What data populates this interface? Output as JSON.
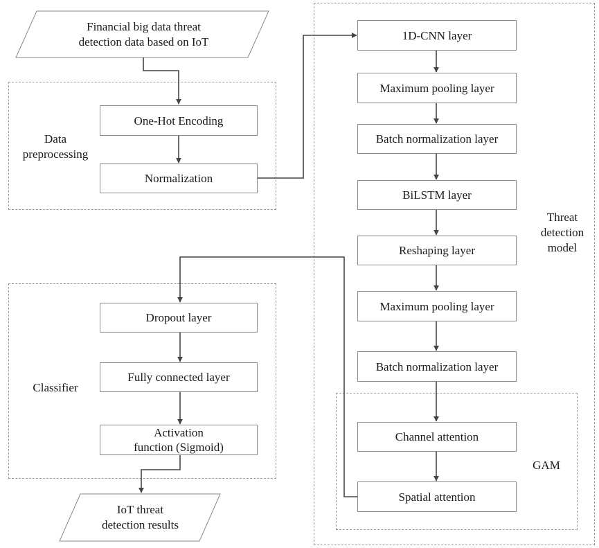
{
  "input": {
    "line1": "Financial big data threat",
    "line2": "detection data based on IoT"
  },
  "output": {
    "line1": "IoT threat",
    "line2": "detection results"
  },
  "groups": {
    "preprocessing": {
      "line1": "Data",
      "line2": "preprocessing"
    },
    "classifier": {
      "label": "Classifier"
    },
    "model": {
      "line1": "Threat",
      "line2": "detection",
      "line3": "model"
    },
    "gam": {
      "label": "GAM"
    }
  },
  "preprocessing_steps": {
    "onehot": "One-Hot Encoding",
    "normalization": "Normalization"
  },
  "model_layers": [
    "1D-CNN layer",
    "Maximum pooling layer",
    "Batch normalization layer",
    "BiLSTM layer",
    "Reshaping layer",
    "Maximum pooling layer",
    "Batch normalization layer"
  ],
  "gam_steps": {
    "channel": "Channel attention",
    "spatial": "Spatial attention"
  },
  "classifier_steps": {
    "dropout": "Dropout layer",
    "fc": "Fully connected layer",
    "act_line1": "Activation",
    "act_line2": "function (Sigmoid)"
  }
}
